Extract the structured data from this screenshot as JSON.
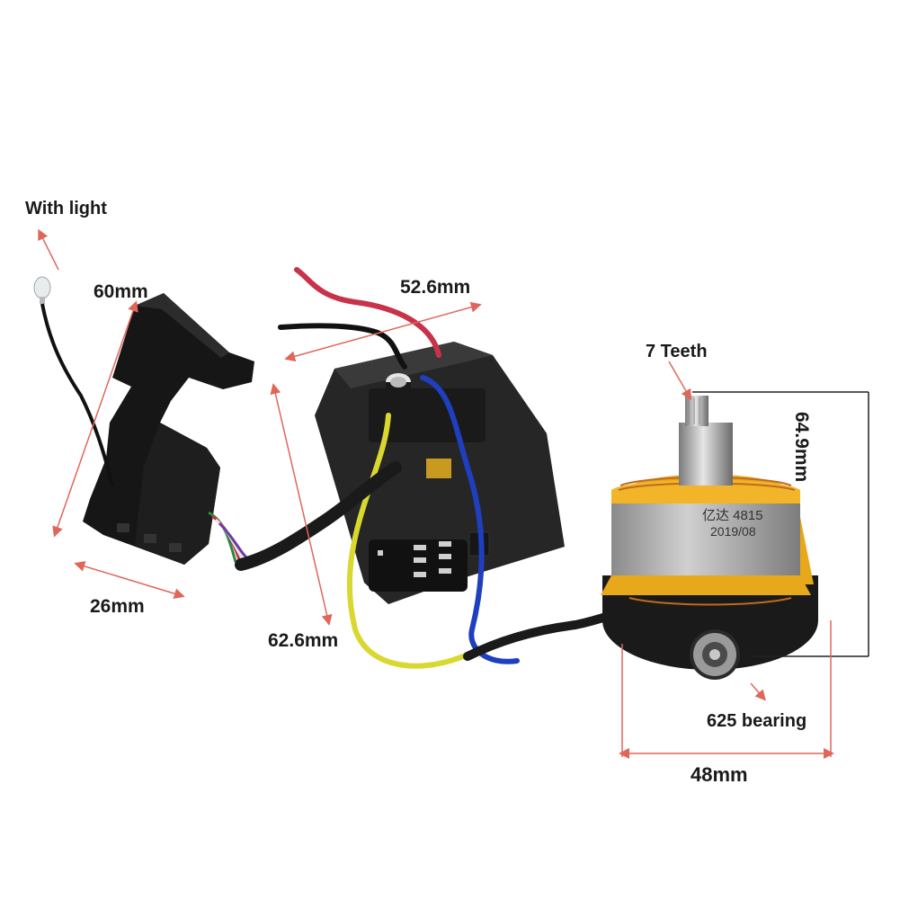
{
  "labels": {
    "with_light": "With light",
    "trigger_height": "60mm",
    "board_width": "52.6mm",
    "trigger_width": "26mm",
    "board_height": "62.6mm",
    "teeth": "7 Teeth",
    "motor_length": "64.9mm",
    "bearing": "625 bearing",
    "motor_diameter": "48mm"
  },
  "motor_stamp": {
    "model": "亿达 4815",
    "date": "2019/08"
  },
  "colors": {
    "annotation": "#e0665a",
    "wire_red": "#c8324a",
    "wire_blue": "#1f3fbf",
    "wire_yellow": "#d8d830",
    "coil_gold": "#e8a81c",
    "stator": "#b8b8b8"
  }
}
